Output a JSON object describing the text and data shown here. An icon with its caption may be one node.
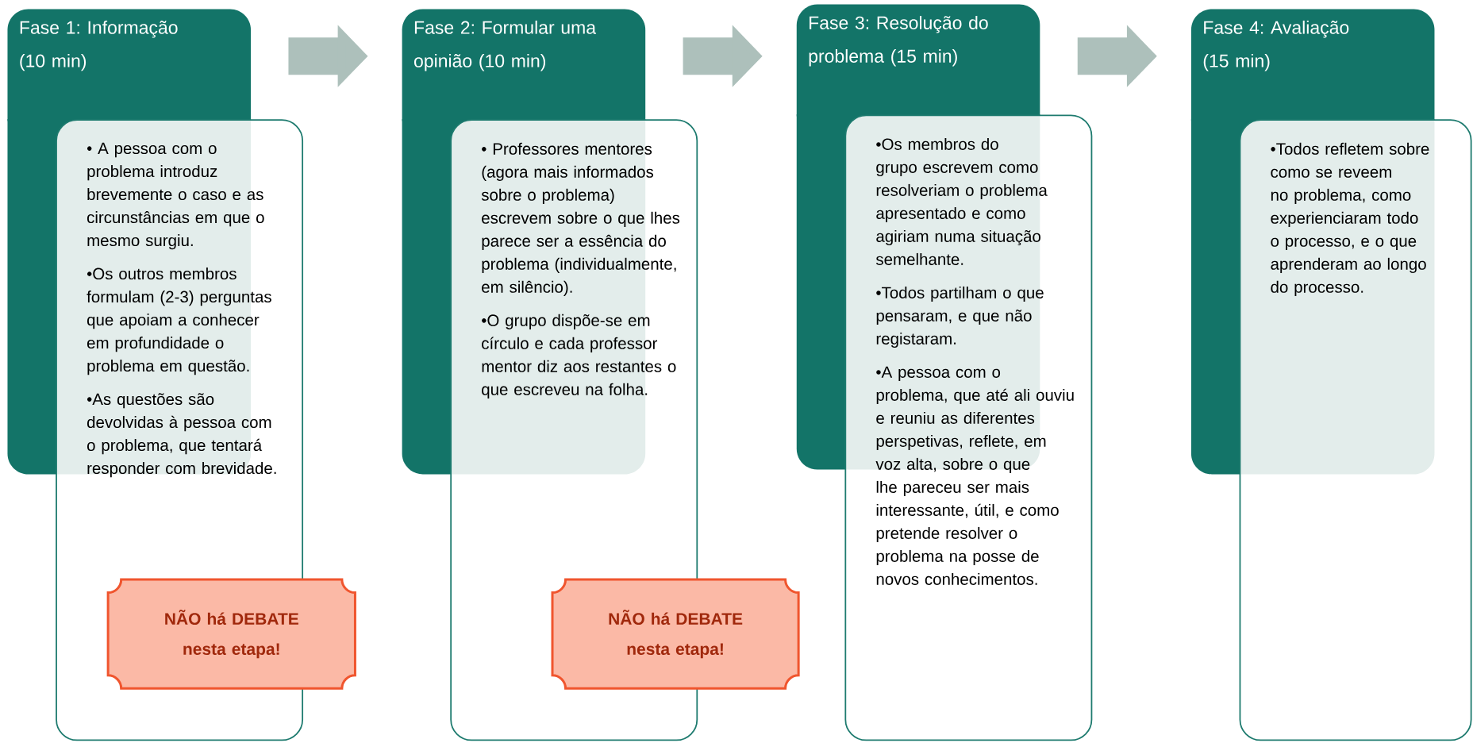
{
  "diagram": {
    "nodes": [
      {
        "text": [
          "Fase 1: Informação (10 min)"
        ]
      },
      {
        "text": [
          "• A pessoa com o problema introduz brevemente o caso e as circunstâncias em que o mesmo surgiu.",
          "•Os outros membros formulam (2-3) perguntas que apoiam a conhecer em profundidade o problema em questão.",
          "•As questões são devolvidas à pessoa com o problema, que tentará responder com brevidade."
        ]
      },
      {
        "text": [
          "NÃO há DEBATE nesta etapa!"
        ]
      },
      {
        "text": [
          "Fase 2: Formular uma opinião (10 min)"
        ]
      },
      {
        "text": [
          "• Professores mentores (agora mais informados sobre o problema) escrevem sobre o que lhes parece ser a essência do problema (individualmente, em silêncio).",
          "•O grupo dispõe-se em círculo e cada professor mentor diz aos restantes o que escreveu na folha."
        ]
      },
      {
        "text": [
          "NÃO há DEBATE nesta etapa!"
        ]
      },
      {
        "text": [
          "Fase 3: Resolução do problema (15 min)"
        ]
      },
      {
        "text": [
          "•Os membros do grupo escrevem como resolveriam o problema apresentado e como agiriam numa situação semelhante.",
          "•Todos partilham o que pensaram, e que não registaram.",
          "•A pessoa com o problema, que até ali ouviu e reuniu as diferentes perspetivas, reflete, em voz alta, sobre o que lhe pareceu ser mais interessante, útil, e como pretende resolver o problema na posse de novos conhecimentos."
        ]
      },
      {
        "text": [
          "Fase 4: Avaliação (15 min)"
        ]
      },
      {
        "text": [
          "•Todos refletem sobre como se reveem no problema, como experienciaram todo o processo, e o que aprenderam ao longo do processo."
        ]
      }
    ],
    "edges": [
      {
        "from": 0,
        "to": 3,
        "arrow": "to"
      },
      {
        "from": 3,
        "to": 6,
        "arrow": "to"
      },
      {
        "from": 6,
        "to": 8,
        "arrow": "to"
      }
    ]
  }
}
